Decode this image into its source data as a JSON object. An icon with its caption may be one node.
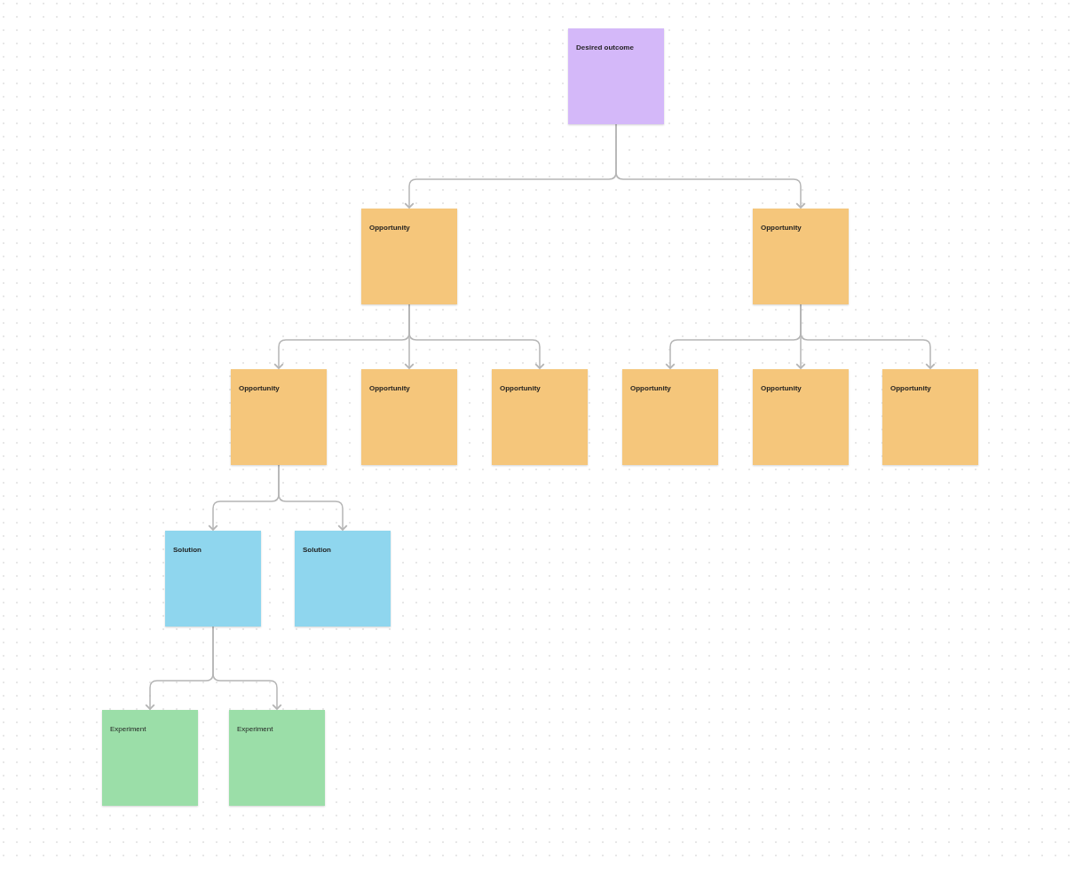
{
  "diagram": {
    "nodes": [
      {
        "text": [
          "Desired outcome"
        ]
      },
      {
        "text": [
          "Opportunity"
        ]
      },
      {
        "text": [
          "Opportunity"
        ]
      },
      {
        "text": [
          "Opportunity"
        ]
      },
      {
        "text": [
          "Opportunity"
        ]
      },
      {
        "text": [
          "Opportunity"
        ]
      },
      {
        "text": [
          "Opportunity"
        ]
      },
      {
        "text": [
          "Opportunity"
        ]
      },
      {
        "text": [
          "Opportunity"
        ]
      },
      {
        "text": [
          "Solution"
        ]
      },
      {
        "text": [
          "Solution"
        ]
      },
      {
        "text": [
          "Experiment"
        ]
      },
      {
        "text": [
          "Experiment"
        ]
      }
    ],
    "edges": [
      {
        "from": 0,
        "to": 1,
        "arrow": "to"
      },
      {
        "from": 0,
        "to": 2,
        "arrow": "to"
      },
      {
        "from": 1,
        "to": 3,
        "arrow": "to"
      },
      {
        "from": 1,
        "to": 4,
        "arrow": "to"
      },
      {
        "from": 1,
        "to": 5,
        "arrow": "to"
      },
      {
        "from": 2,
        "to": 6,
        "arrow": "to"
      },
      {
        "from": 2,
        "to": 7,
        "arrow": "to"
      },
      {
        "from": 2,
        "to": 8,
        "arrow": "to"
      },
      {
        "from": 3,
        "to": 9,
        "arrow": "to"
      },
      {
        "from": 3,
        "to": 10,
        "arrow": "to"
      },
      {
        "from": 9,
        "to": 11,
        "arrow": "to"
      },
      {
        "from": 9,
        "to": 12,
        "arrow": "to"
      }
    ]
  }
}
